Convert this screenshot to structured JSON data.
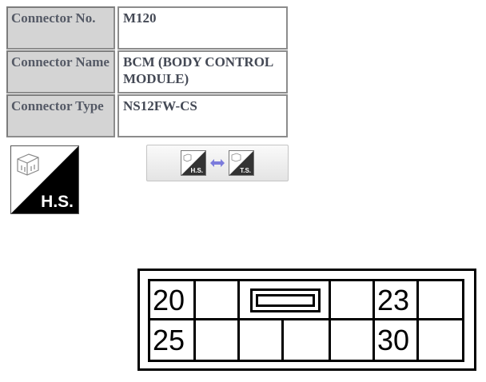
{
  "connector_info": {
    "rows": [
      {
        "label": "Connector No.",
        "value": "M120"
      },
      {
        "label": "Connector Name",
        "value": "BCM (BODY CONTROL MODULE)"
      },
      {
        "label": "Connector Type",
        "value": "NS12FW-CS"
      }
    ]
  },
  "view_badge": {
    "text": "H.S.",
    "icon": "harness-side-connector-icon"
  },
  "view_toggle": {
    "left_text": "H.S.",
    "right_text": "T.S.",
    "icon": "swap-arrow-icon"
  },
  "connector": {
    "terminals": {
      "t20": "20",
      "t23": "23",
      "t25": "25",
      "t30": "30"
    }
  }
}
